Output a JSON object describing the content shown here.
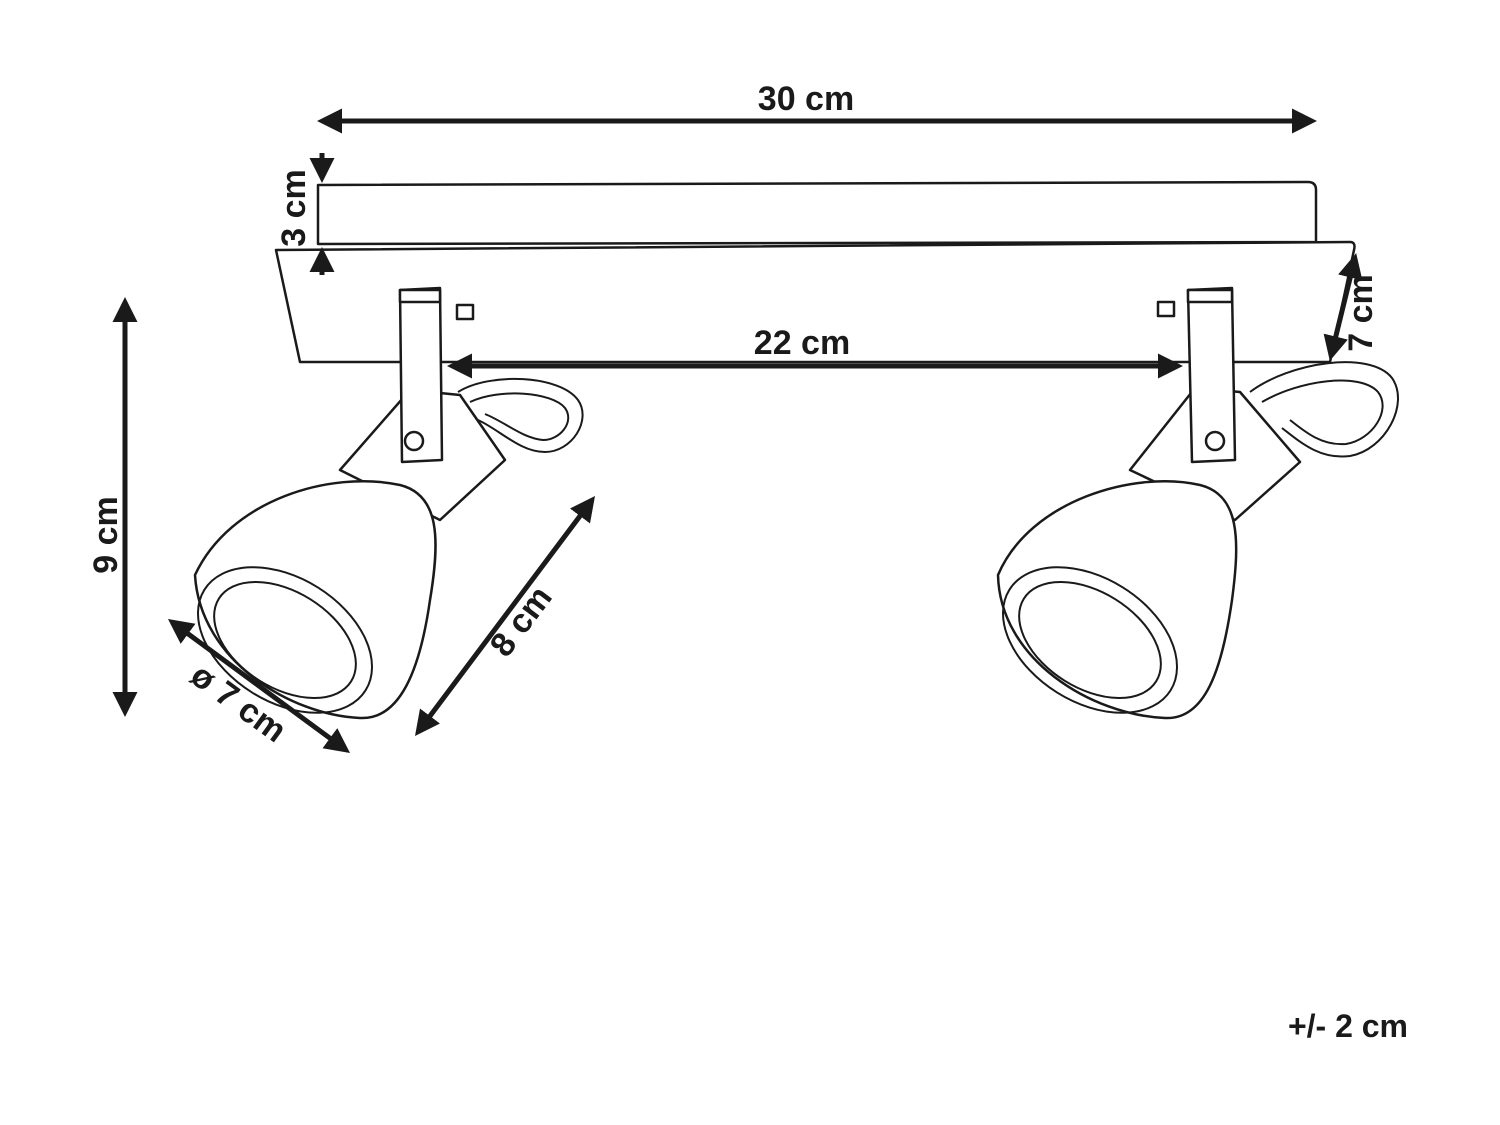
{
  "dimensions": {
    "width": "30 cm",
    "height_base": "3 cm",
    "spacing": "22 cm",
    "depth": "7 cm",
    "total_height": "9 cm",
    "shade_length": "8 cm",
    "shade_diameter": "ø 7 cm"
  },
  "tolerance": "+/- 2 cm"
}
